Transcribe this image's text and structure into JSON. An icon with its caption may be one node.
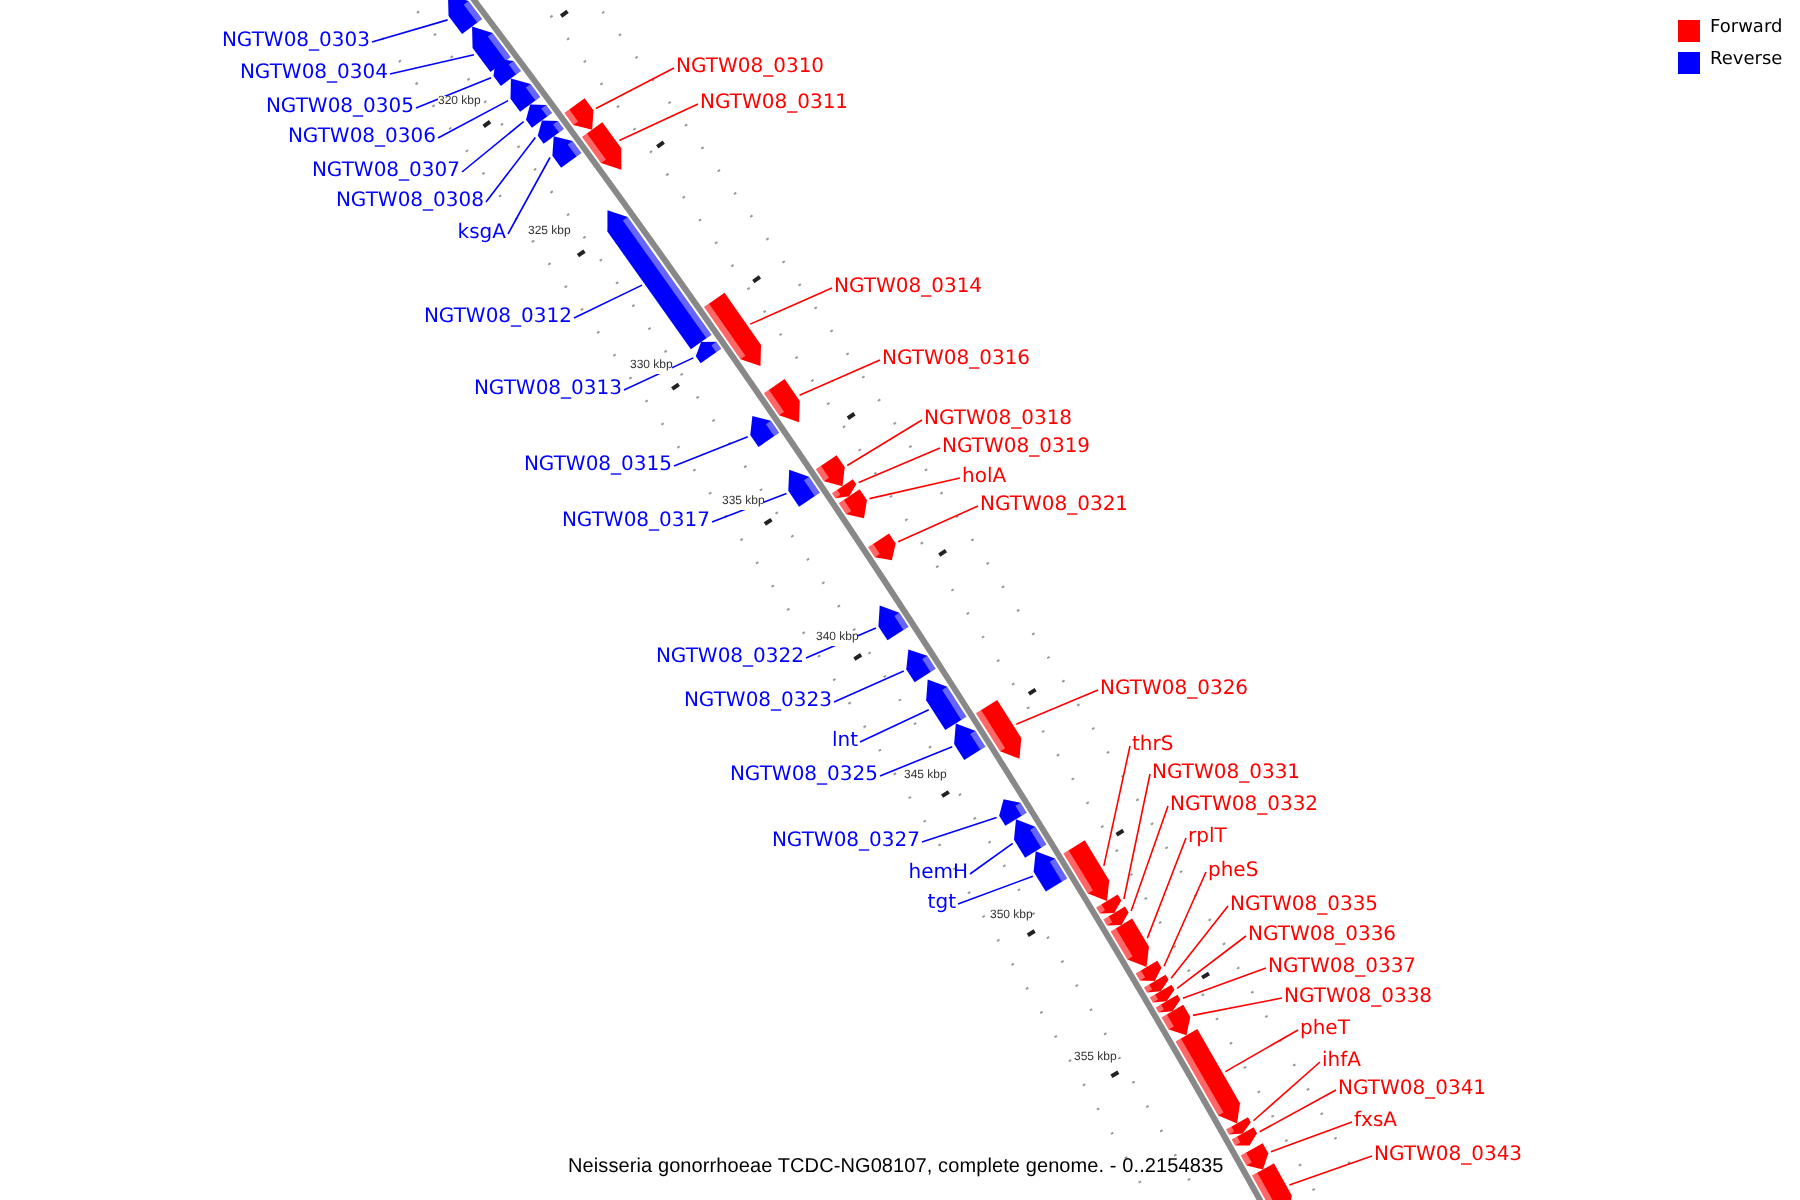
{
  "diagram": {
    "caption": "Neisseria gonorrhoeae TCDC-NG08107, complete genome. - 0..2154835",
    "nodes": [
      {
        "text": [
          "NGTW08_0303"
        ]
      },
      {
        "text": [
          "NGTW08_0304"
        ]
      },
      {
        "text": [
          "NGTW08_0305"
        ]
      },
      {
        "text": [
          "NGTW08_0306"
        ]
      },
      {
        "text": [
          "NGTW08_0307"
        ]
      },
      {
        "text": [
          "NGTW08_0308"
        ]
      },
      {
        "text": [
          "ksgA"
        ]
      },
      {
        "text": [
          "NGTW08_0312"
        ]
      },
      {
        "text": [
          "NGTW08_0313"
        ]
      },
      {
        "text": [
          "NGTW08_0315"
        ]
      },
      {
        "text": [
          "NGTW08_0317"
        ]
      },
      {
        "text": [
          "NGTW08_0322"
        ]
      },
      {
        "text": [
          "NGTW08_0323"
        ]
      },
      {
        "text": [
          "lnt"
        ]
      },
      {
        "text": [
          "NGTW08_0325"
        ]
      },
      {
        "text": [
          "NGTW08_0327"
        ]
      },
      {
        "text": [
          "hemH"
        ]
      },
      {
        "text": [
          "tgt"
        ]
      },
      {
        "text": [
          "NGTW08_0310"
        ]
      },
      {
        "text": [
          "NGTW08_0311"
        ]
      },
      {
        "text": [
          "NGTW08_0314"
        ]
      },
      {
        "text": [
          "NGTW08_0316"
        ]
      },
      {
        "text": [
          "NGTW08_0318"
        ]
      },
      {
        "text": [
          "NGTW08_0319"
        ]
      },
      {
        "text": [
          "holA"
        ]
      },
      {
        "text": [
          "NGTW08_0321"
        ]
      },
      {
        "text": [
          "NGTW08_0326"
        ]
      },
      {
        "text": [
          "thrS"
        ]
      },
      {
        "text": [
          "NGTW08_0331"
        ]
      },
      {
        "text": [
          "NGTW08_0332"
        ]
      },
      {
        "text": [
          "rplT"
        ]
      },
      {
        "text": [
          "pheS"
        ]
      },
      {
        "text": [
          "NGTW08_0335"
        ]
      },
      {
        "text": [
          "NGTW08_0336"
        ]
      },
      {
        "text": [
          "NGTW08_0337"
        ]
      },
      {
        "text": [
          "NGTW08_0338"
        ]
      },
      {
        "text": [
          "pheT"
        ]
      },
      {
        "text": [
          "ihfA"
        ]
      },
      {
        "text": [
          "NGTW08_0341"
        ]
      },
      {
        "text": [
          "fxsA"
        ]
      },
      {
        "text": [
          "NGTW08_0343"
        ]
      },
      {
        "text": [],
        "shape": "bar"
      },
      {
        "text": [],
        "shape": "bar"
      },
      {
        "text": [],
        "shape": "bar"
      },
      {
        "text": [],
        "shape": "bar"
      },
      {
        "text": [],
        "shape": "bar"
      },
      {
        "text": [],
        "shape": "bar"
      },
      {
        "text": [],
        "shape": "bar"
      },
      {
        "text": [],
        "shape": "bar"
      },
      {
        "text": [],
        "shape": "bar"
      },
      {
        "text": [],
        "shape": "bar"
      },
      {
        "text": [],
        "shape": "bar"
      },
      {
        "text": [],
        "shape": "bar"
      },
      {
        "text": [],
        "shape": "bar"
      },
      {
        "text": [],
        "shape": "bar"
      },
      {
        "text": [],
        "shape": "bar"
      },
      {
        "text": [],
        "shape": "bar"
      },
      {
        "text": [],
        "shape": "bar"
      },
      {
        "text": [],
        "shape": "bar"
      },
      {
        "text": [],
        "shape": "bar"
      },
      {
        "text": [],
        "shape": "bar"
      },
      {
        "text": [],
        "shape": "bar"
      },
      {
        "text": [],
        "shape": "bar"
      },
      {
        "text": [],
        "shape": "bar"
      },
      {
        "text": [],
        "shape": "bar"
      },
      {
        "text": [],
        "shape": "bar"
      },
      {
        "text": [],
        "shape": "bar"
      },
      {
        "text": [],
        "shape": "bar"
      },
      {
        "text": [],
        "shape": "bar"
      },
      {
        "text": [],
        "shape": "bar"
      },
      {
        "text": [],
        "shape": "bar"
      },
      {
        "text": [],
        "shape": "bar"
      },
      {
        "text": [],
        "shape": "bar"
      },
      {
        "text": [],
        "shape": "bar"
      },
      {
        "text": [],
        "shape": "bar"
      },
      {
        "text": [],
        "shape": "bar"
      },
      {
        "text": [],
        "shape": "bar"
      },
      {
        "text": [],
        "shape": "bar"
      },
      {
        "text": [],
        "shape": "bar"
      },
      {
        "text": [],
        "shape": "bar"
      },
      {
        "text": [],
        "shape": "bar"
      },
      {
        "text": [],
        "shape": "bar"
      }
    ],
    "edges": [
      {
        "from": 0,
        "to": 41,
        "arrow": "none",
        "color": "#0000ff"
      },
      {
        "from": 1,
        "to": 42,
        "arrow": "none",
        "color": "#0000ff"
      },
      {
        "from": 2,
        "to": 43,
        "arrow": "none",
        "color": "#0000ff"
      },
      {
        "from": 3,
        "to": 44,
        "arrow": "none",
        "color": "#0000ff"
      },
      {
        "from": 4,
        "to": 45,
        "arrow": "none",
        "color": "#0000ff"
      },
      {
        "from": 5,
        "to": 46,
        "arrow": "none",
        "color": "#0000ff"
      },
      {
        "from": 6,
        "to": 47,
        "arrow": "none",
        "color": "#0000ff"
      },
      {
        "from": 7,
        "to": 50,
        "arrow": "none",
        "color": "#0000ff"
      },
      {
        "from": 8,
        "to": 51,
        "arrow": "none",
        "color": "#0000ff"
      },
      {
        "from": 9,
        "to": 54,
        "arrow": "none",
        "color": "#0000ff"
      },
      {
        "from": 10,
        "to": 55,
        "arrow": "none",
        "color": "#0000ff"
      },
      {
        "from": 11,
        "to": 60,
        "arrow": "none",
        "color": "#0000ff"
      },
      {
        "from": 12,
        "to": 61,
        "arrow": "none",
        "color": "#0000ff"
      },
      {
        "from": 13,
        "to": 62,
        "arrow": "none",
        "color": "#0000ff"
      },
      {
        "from": 14,
        "to": 63,
        "arrow": "none",
        "color": "#0000ff"
      },
      {
        "from": 15,
        "to": 65,
        "arrow": "none",
        "color": "#0000ff"
      },
      {
        "from": 16,
        "to": 66,
        "arrow": "none",
        "color": "#0000ff"
      },
      {
        "from": 17,
        "to": 67,
        "arrow": "none",
        "color": "#0000ff"
      },
      {
        "from": 18,
        "to": 48,
        "arrow": "none"
      },
      {
        "from": 19,
        "to": 49,
        "arrow": "none"
      },
      {
        "from": 20,
        "to": 52,
        "arrow": "none"
      },
      {
        "from": 21,
        "to": 53,
        "arrow": "none"
      },
      {
        "from": 22,
        "to": 56,
        "arrow": "none"
      },
      {
        "from": 23,
        "to": 57,
        "arrow": "none"
      },
      {
        "from": 24,
        "to": 58,
        "arrow": "none"
      },
      {
        "from": 25,
        "to": 59,
        "arrow": "none"
      },
      {
        "from": 26,
        "to": 64,
        "arrow": "none"
      },
      {
        "from": 27,
        "to": 68,
        "arrow": "none"
      },
      {
        "from": 28,
        "to": 69,
        "arrow": "none"
      },
      {
        "from": 29,
        "to": 70,
        "arrow": "none"
      },
      {
        "from": 30,
        "to": 71,
        "arrow": "none"
      },
      {
        "from": 31,
        "to": 72,
        "arrow": "none"
      },
      {
        "from": 32,
        "to": 73,
        "arrow": "none"
      },
      {
        "from": 33,
        "to": 74,
        "arrow": "none"
      },
      {
        "from": 34,
        "to": 75,
        "arrow": "none"
      },
      {
        "from": 35,
        "to": 76,
        "arrow": "none"
      },
      {
        "from": 36,
        "to": 77,
        "arrow": "none"
      },
      {
        "from": 37,
        "to": 78,
        "arrow": "none"
      },
      {
        "from": 38,
        "to": 79,
        "arrow": "none"
      },
      {
        "from": 39,
        "to": 80,
        "arrow": "none"
      },
      {
        "from": 40,
        "to": 81,
        "arrow": "none"
      }
    ],
    "labels": [
      "320 kbp",
      "325 kbp",
      "330 kbp",
      "335 kbp",
      "340 kbp",
      "345 kbp",
      "350 kbp",
      "355 kbp"
    ],
    "legend": [
      {
        "text": "Forward",
        "color": "#ff0000"
      },
      {
        "text": "Reverse",
        "color": "#0000ff"
      }
    ]
  }
}
